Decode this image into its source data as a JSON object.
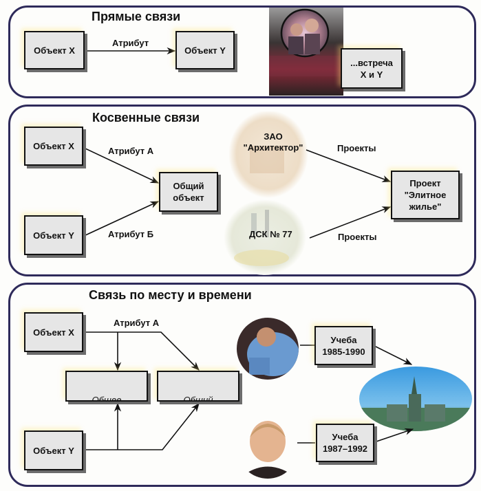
{
  "panels": [
    {
      "title": "Прямые связи",
      "nodes": {
        "object_x": "Объект X",
        "object_y": "Объект Y",
        "meeting": "...встреча\nX и Y"
      },
      "edges": [
        {
          "from": "Объект X",
          "to": "Объект Y",
          "label": "Атрибут"
        }
      ],
      "images": [
        "meeting-photo-magnifier"
      ]
    },
    {
      "title": "Косвенные связи",
      "nodes": {
        "object_x": "Объект X",
        "object_y": "Объект Y",
        "common_object": "Общий\nобъект",
        "company_a": "ЗАО\n\"Архитектор\"",
        "company_b": "ДСК № 77",
        "project": "Проект\n\"Элитное\nжилье\""
      },
      "edges": [
        {
          "from": "Объект X",
          "to": "Общий объект",
          "label": "Атрибут А"
        },
        {
          "from": "Объект Y",
          "to": "Общий объект",
          "label": "Атрибут Б"
        },
        {
          "from": "ЗАО \"Архитектор\"",
          "to": "Проект \"Элитное жилье\"",
          "label": "Проекты"
        },
        {
          "from": "ДСК № 77",
          "to": "Проект \"Элитное жилье\"",
          "label": "Проекты"
        }
      ]
    },
    {
      "title": "Связь по месту и времени",
      "nodes": {
        "object_x": "Объект X",
        "object_y": "Объект Y",
        "common_place": "Общее",
        "common_time": "Общий",
        "study_1": "Учеба\n1985-1990",
        "study_2": "Учеба\n1987–1992"
      },
      "edges": [
        {
          "from": "Объект X",
          "to": "Общее",
          "label": "Атрибут А"
        },
        {
          "from": "Объект X",
          "to": "Общий",
          "label": ""
        },
        {
          "from": "Объект Y",
          "to": "Общее",
          "label": ""
        },
        {
          "from": "Объект Y",
          "to": "Общий",
          "label": ""
        },
        {
          "from": "Учеба 1985-1990",
          "to": "university",
          "label": ""
        },
        {
          "from": "Учеба 1987–1992",
          "to": "university",
          "label": ""
        }
      ],
      "images": [
        "man-photo",
        "woman-photo",
        "university-photo"
      ]
    }
  ],
  "colors": {
    "panel_border": "#2e2a5a",
    "box_fill": "#e6e6e6",
    "box_shadow": "#6c6c6c",
    "glow": "#ffe680"
  }
}
